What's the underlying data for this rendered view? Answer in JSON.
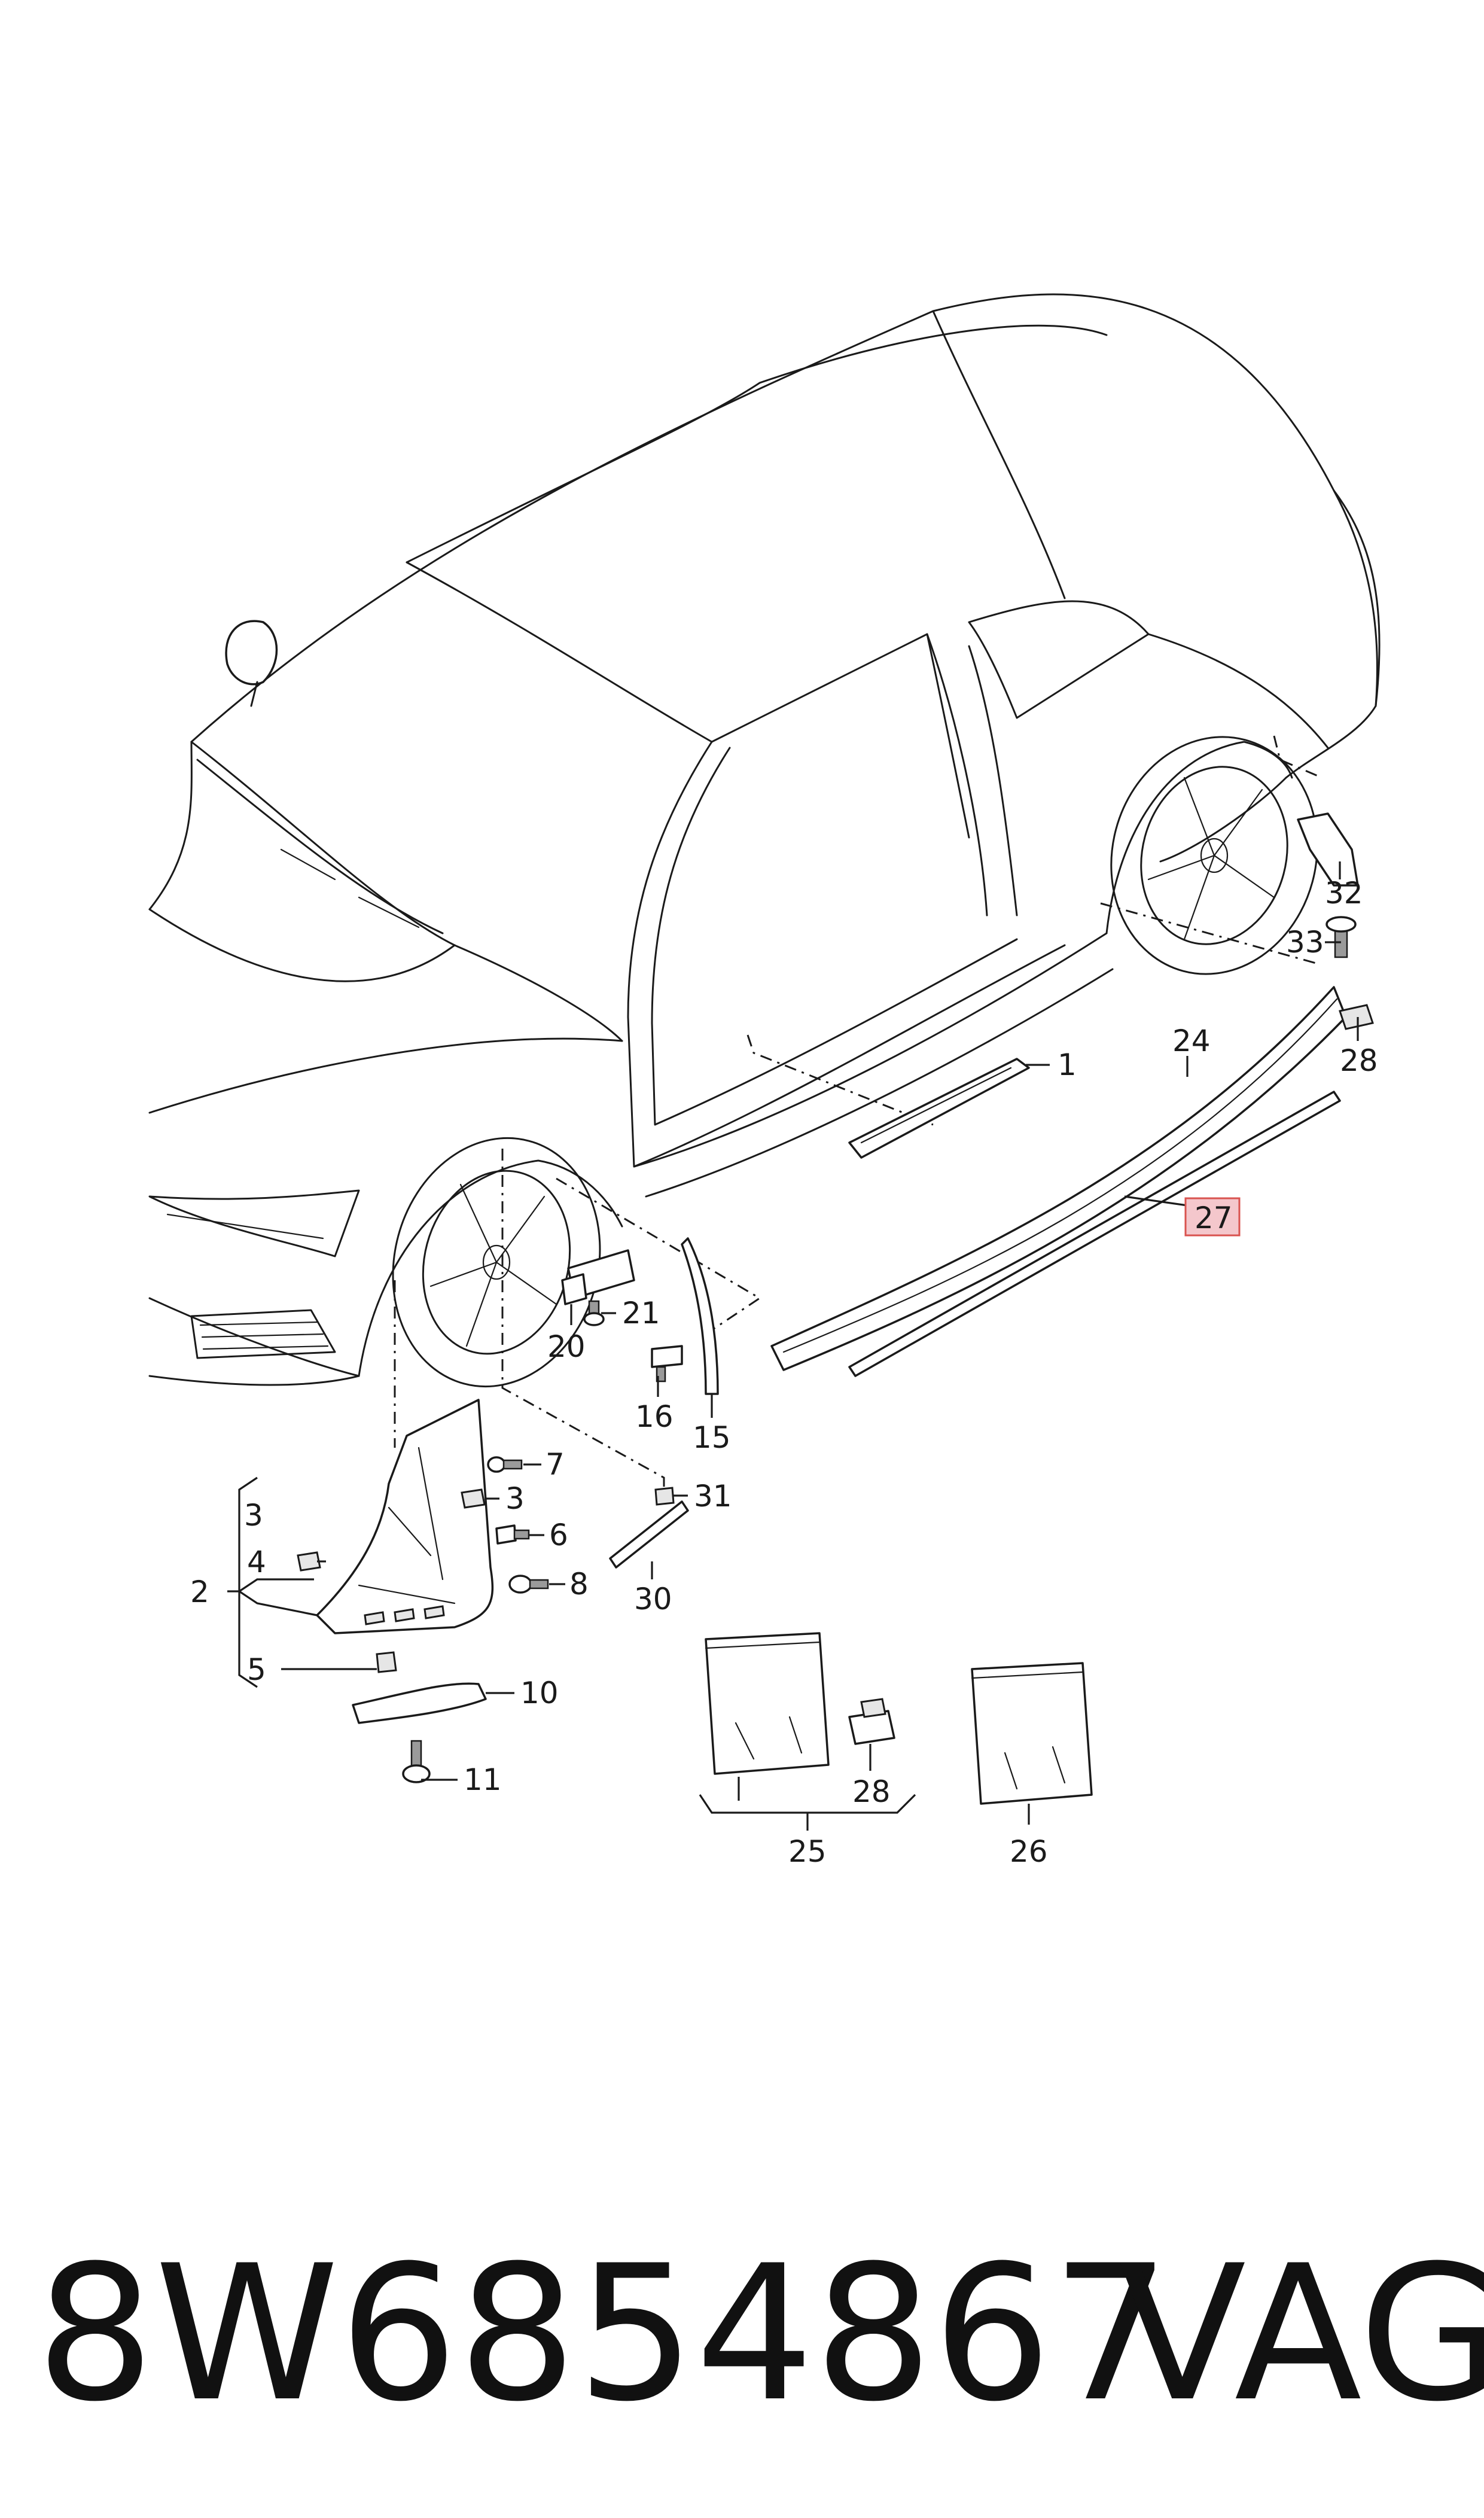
{
  "callouts": {
    "c1": "1",
    "c2": "2",
    "c3a": "3",
    "c3b": "3",
    "c4": "4",
    "c5": "5",
    "c6": "6",
    "c7": "7",
    "c8": "8",
    "c10": "10",
    "c11": "11",
    "c15": "15",
    "c16": "16",
    "c20": "20",
    "c21": "21",
    "c24": "24",
    "c25": "25",
    "c26": "26",
    "c27": "27",
    "c28a": "28",
    "c28b": "28",
    "c30": "30",
    "c31": "31",
    "c32": "32",
    "c33": "33"
  },
  "highlighted_callout": "27",
  "highlight_color": "#f4c7cc",
  "highlight_border": "#d9534f",
  "part_number": "8W6854867",
  "brand": "VAG"
}
